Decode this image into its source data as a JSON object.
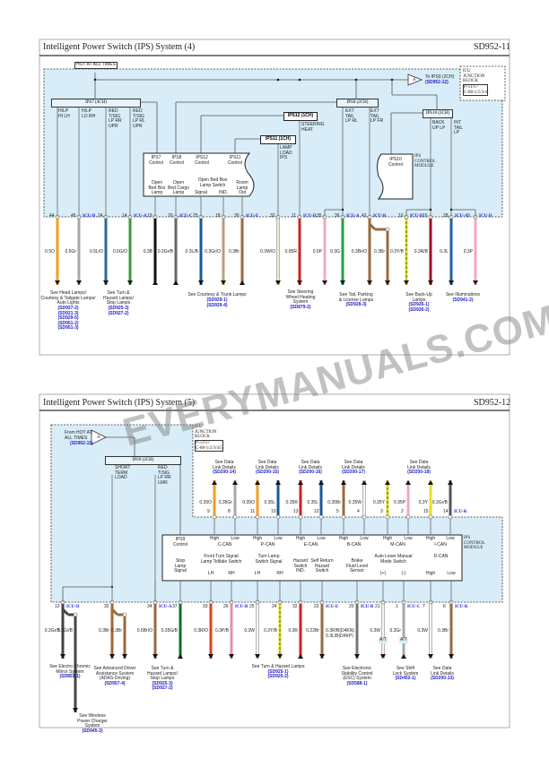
{
  "watermark": "EVERYMANUALS.COM",
  "panels": [
    {
      "title": "Intelligent Power Switch (IPS) System (4)",
      "code": "SD952-11",
      "hot_label": "HOT AT ALL TIMES",
      "to_ips9": "To IPS9 (2CH)",
      "to_ips9_ref": "(SD952-12)",
      "connector_symbol": "A",
      "icu_block": "ICU\nJUNCTION\nBLOCK",
      "icu_block_conn": "P-51/57\nC-88-1/2/3/4",
      "ips7": "IPS7 (4CH)",
      "ips7_outputs": [
        "H/LP\nHI LH",
        "H/LP\nLO RH",
        "RED\nT/SIG\nLP RR\nUPR",
        "RED\nT/SIG\nLP RL\nUPR"
      ],
      "ips12": "IPS12 (1CH)",
      "ips12_out": "STEERING\nHEAT",
      "ips11": "IPS11 (1CH)",
      "ips11_out": "LAMP\nLOAD\nIPS",
      "ips8": "IPS8 (2CH)",
      "ips8_outputs": [
        "EXT\nTAIL\nLP RL",
        "EXT\nTAIL\nLP FR"
      ],
      "ips10": "IPS10 (2CH)",
      "ips10_outputs": [
        "BACK\nUP LP",
        "INT\nTAIL\nLP"
      ],
      "control_labels": [
        "IPS7\nControl",
        "IPS8\nControl",
        "IPS12\nControl",
        "IPS11\nControl"
      ],
      "lamp_labels": [
        "Open\nBed Box\nLamp",
        "Open\nBed Cargo\nLamp",
        "Signal",
        "IND.",
        "Room\nLamp\nOut"
      ],
      "lamp_switch": "Open Bed Box\nLamp Switch",
      "ips10_control": "IPS10\nControl",
      "ips_module": "IPS\nCONTROL\nMODULE",
      "wires": [
        {
          "pin": "44",
          "conn": "",
          "spec": "0.5O",
          "color": "#f0a020",
          "stripe": "",
          "dir": "down"
        },
        {
          "pin": "45",
          "conn": "ICU-B",
          "spec": "0.5Gr",
          "color": "#a8a8a8",
          "stripe": "",
          "dir": "down"
        },
        {
          "pin": "24",
          "conn": "",
          "spec": "0.5L/O",
          "color": "#2a6a9a",
          "stripe": "",
          "dir": "down"
        },
        {
          "pin": "14",
          "conn": "ICU-A",
          "spec": "0.5G/O",
          "color": "#3a9a3a",
          "stripe": "",
          "dir": "down"
        },
        {
          "pin": "19",
          "conn": "",
          "spec": "0.3B",
          "color": "#111111",
          "stripe": "",
          "dir": "up"
        },
        {
          "pin": "20",
          "conn": "ICU-C",
          "spec": "0.3Gr/B",
          "color": "#666666",
          "stripe": "",
          "dir": "up"
        },
        {
          "pin": "25",
          "conn": "",
          "spec": "0.3L/B",
          "color": "#1a5a9a",
          "stripe": "",
          "dir": "down"
        },
        {
          "pin": "18",
          "conn": "",
          "spec": "0.3Gr/O",
          "color": "#b8a080",
          "stripe": "",
          "dir": "down"
        },
        {
          "pin": "30",
          "conn": "ICU-E",
          "spec": "0.3Br",
          "color": "#9a6a40",
          "stripe": "",
          "dir": "up"
        },
        {
          "pin": "32",
          "conn": "",
          "spec": "0.3W/O",
          "color": "#f2ead4",
          "stripe": "",
          "dir": "down"
        },
        {
          "pin": "11",
          "conn": "ICU-D",
          "spec": "0.85R",
          "color": "#d02020",
          "stripe": "",
          "dir": "down"
        },
        {
          "pin": "35",
          "conn": "",
          "spec": "0.5P",
          "color": "#f0a8c4",
          "stripe": "",
          "dir": "down"
        },
        {
          "pin": "36",
          "conn": "ICU-A",
          "spec": "0.3G",
          "color": "#20a040",
          "stripe": "",
          "dir": "down"
        },
        {
          "pin": "42",
          "conn": "ICU-B",
          "spec": "0.3Br/O",
          "color": "#9a6a40",
          "stripe": "",
          "dir": "down"
        },
        {
          "pin": "",
          "conn": "",
          "spec": "0.3Br",
          "color": "#9a6a40",
          "stripe": "",
          "dir": "down"
        },
        {
          "pin": "10",
          "conn": "ICU-D",
          "spec": "0.3Y/B",
          "color": "#e8e020",
          "stripe": "#222",
          "dir": "down"
        },
        {
          "pin": "16",
          "conn": "",
          "spec": "0.3R/B",
          "color": "#a01020",
          "stripe": "",
          "dir": "down"
        },
        {
          "pin": "28",
          "conn": "ICU-A",
          "spec": "0.3L",
          "color": "#2060a0",
          "stripe": "",
          "dir": "down"
        },
        {
          "pin": "9",
          "conn": "ICU-D",
          "spec": "0.3P",
          "color": "#f0a8c4",
          "stripe": "",
          "dir": "down"
        }
      ],
      "refs": [
        {
          "text": "See Head Lamps/\nCourtesy & Tailgate Lamps/\nAuto Lights",
          "codes": "(SD927-2)\n(SD921-3)\n(SD929-5)\n(SD951-2)\n(SD951-3)"
        },
        {
          "text": "See Turn &\nHazard Lamps/\nStop Lamps",
          "codes": "(SD925-3)\n(SD927-2)"
        },
        {
          "text": "See Courtesy & Trunk Lamps",
          "codes": "(SD929-1)\n(SD929-4)"
        },
        {
          "text": "See Steering\nWheel Heating\nSystem",
          "codes": "(SD879-2)"
        },
        {
          "text": "See Tail, Parking\n& License Lamps",
          "codes": "(SD928-3)"
        },
        {
          "text": "See Back-Up\nLamps",
          "codes": "(SD926-1)\n(SD926-2)"
        },
        {
          "text": "See Illuminations",
          "codes": "(SD941-2)"
        }
      ]
    },
    {
      "title": "Intelligent Power Switch (IPS) System (5)",
      "code": "SD952-12",
      "from_hot": "From HOT AT\nALL TIMES",
      "from_ref": "(SD952-11)",
      "connector_symbol": "A",
      "icu_block": "ICU\nJUNCTION\nBLOCK",
      "icu_block_conn": "P-51/57\nC-88-1/2/3/4/5",
      "ips9": "IPS9 (2CH)",
      "ips9_outputs": [
        "SHORT\nTERM\nLOAD",
        "RED\nT/SIG\nLP RR\nLWR"
      ],
      "ips_module": "IPS\nCONTROL\nMODULE",
      "ips9_control": "IPS9\nControl",
      "can_groups": [
        {
          "name": "C-CAN",
          "high": "High",
          "low": "Low"
        },
        {
          "name": "P-CAN",
          "high": "High",
          "low": "Low"
        },
        {
          "name": "E-CAN",
          "high": "High",
          "low": "Low"
        },
        {
          "name": "B-CAN",
          "high": "High",
          "low": "Low"
        },
        {
          "name": "M-CAN",
          "high": "High",
          "low": "Low"
        },
        {
          "name": "I-CAN",
          "high": "High",
          "low": "Low"
        }
      ],
      "bottom_labels": [
        {
          "text": "Stop\nLamp\nSignal"
        },
        {
          "text": "Front Turn Signal\nLamp Telltale Switch",
          "a": "LH",
          "b": "RH"
        },
        {
          "text": "Turn Lamp\nSwitch Signal",
          "a": "LH",
          "b": "RH"
        },
        {
          "text": "Hazard\nSwitch\nIND."
        },
        {
          "text": "Self Return\nHazard\nSwitch"
        },
        {
          "text": "Brake\nFluid Level\nSensor"
        },
        {
          "text": "Auto Lever Manual\nMode Switch",
          "a": "(+)",
          "b": "(-)"
        },
        {
          "text": "D-CAN",
          "a": "High",
          "b": "Low"
        }
      ],
      "top_wires": [
        {
          "pin": "9",
          "conn": "",
          "spec": "0.35O",
          "color": "#f0a020",
          "stripe": ""
        },
        {
          "pin": "8",
          "conn": "",
          "spec": "0.35Gr",
          "color": "#a8a8a8",
          "stripe": ""
        },
        {
          "pin": "11",
          "conn": "",
          "spec": "0.35O",
          "color": "#f0a020",
          "stripe": ""
        },
        {
          "pin": "10",
          "conn": "",
          "spec": "0.35L",
          "color": "#1a5a9a",
          "stripe": ""
        },
        {
          "pin": "13",
          "conn": "",
          "spec": "0.35R",
          "color": "#d02020",
          "stripe": ""
        },
        {
          "pin": "12",
          "conn": "",
          "spec": "0.35L",
          "color": "#1a5a9a",
          "stripe": ""
        },
        {
          "pin": "5",
          "conn": "",
          "spec": "0.35Br",
          "color": "#9a6a40",
          "stripe": ""
        },
        {
          "pin": "4",
          "conn": "",
          "spec": "0.35W",
          "color": "#f4f4f4",
          "stripe": ""
        },
        {
          "pin": "3",
          "conn": "",
          "spec": "0.35Y",
          "color": "#e8e020",
          "stripe": "#222"
        },
        {
          "pin": "2",
          "conn": "",
          "spec": "0.35P",
          "color": "#f0a8c4",
          "stripe": ""
        },
        {
          "pin": "15",
          "conn": "",
          "spec": "0.3Y",
          "color": "#e8e020",
          "stripe": ""
        },
        {
          "pin": "14",
          "conn": "ICU-K",
          "spec": "0.3Gr/B",
          "color": "#555555",
          "stripe": ""
        }
      ],
      "top_refs": [
        {
          "text": "See Data\nLink Details",
          "codes": "(SD200-14)"
        },
        {
          "text": "See Data\nLink Details",
          "codes": "(SD200-15)"
        },
        {
          "text": "See Data\nLink Details",
          "codes": "(SD200-16)"
        },
        {
          "text": "See Data\nLink Details",
          "codes": "(SD200-17)"
        },
        {
          "text": "See Data\nLink Details",
          "codes": "(SD200-18)"
        }
      ],
      "wires": [
        {
          "pin": "12",
          "conn": "ICU-D",
          "spec": "0.3Gr/B",
          "color": "#444444",
          "stripe": "",
          "dir": "down"
        },
        {
          "pin": "",
          "conn": "",
          "spec": "0.3Gr/B",
          "color": "#444444",
          "stripe": "",
          "dir": "down"
        },
        {
          "pin": "32",
          "conn": "",
          "spec": "0.3Br",
          "color": "#9a6a40",
          "stripe": "",
          "dir": "down"
        },
        {
          "pin": "",
          "conn": "",
          "spec": "0.3Br",
          "color": "#9a6a40",
          "stripe": "",
          "dir": "down"
        },
        {
          "pin": "34",
          "conn": "ICU-A",
          "spec": "0.5Br/O",
          "color": "#9a6a40",
          "stripe": "",
          "dir": "down"
        },
        {
          "pin": "37",
          "conn": "",
          "spec": "0.35G/B",
          "color": "#10702a",
          "stripe": "",
          "dir": "up"
        },
        {
          "pin": "33",
          "conn": "",
          "spec": "0.3R/O",
          "color": "#e04020",
          "stripe": "",
          "dir": "down"
        },
        {
          "pin": "26",
          "conn": "ICU-B",
          "spec": "0.3P/B",
          "color": "#e090b0",
          "stripe": "",
          "dir": "down"
        },
        {
          "pin": "25",
          "conn": "",
          "spec": "0.3W",
          "color": "#f4f4f4",
          "stripe": "",
          "dir": "down"
        },
        {
          "pin": "24",
          "conn": "",
          "spec": "0.3Y/B",
          "color": "#e8e020",
          "stripe": "#222",
          "dir": "down"
        },
        {
          "pin": "32",
          "conn": "",
          "spec": "0.3R",
          "color": "#d02020",
          "stripe": "",
          "dir": "up"
        },
        {
          "pin": "22",
          "conn": "ICU-E",
          "spec": "0.22Br",
          "color": "#9a6a40",
          "stripe": "",
          "dir": "down"
        },
        {
          "pin": "20",
          "conn": "ICU-B",
          "spec": "0.3R/B(D4KN)\n0.3L/B(D4KP)",
          "color": "#777777",
          "stripe": "",
          "dir": "down"
        },
        {
          "pin": "21",
          "conn": "",
          "spec": "0.3W",
          "color": "#f4f4f4",
          "stripe": "",
          "dir": "down",
          "badge": "A/T"
        },
        {
          "pin": "1",
          "conn": "ICU-C",
          "spec": "0.3Gr",
          "color": "#a8a8a8",
          "stripe": "",
          "dir": "up",
          "badge": "A/T"
        },
        {
          "pin": "7",
          "conn": "",
          "spec": "0.3W",
          "color": "#f4f4f4",
          "stripe": "",
          "dir": "down"
        },
        {
          "pin": "6",
          "conn": "ICU-K",
          "spec": "0.3Br",
          "color": "#9a6a40",
          "stripe": "",
          "dir": "down"
        }
      ],
      "refs": [
        {
          "text": "See Electro Chromic\nMirror System",
          "codes": "(SD851-1)"
        },
        {
          "text": "See Wireless\nPower Charger\nSystem",
          "codes": "(SD945-2)"
        },
        {
          "text": "See Advanced Driver\nAssistance System\n(ADAS-Driving)",
          "codes": "(SD957-4)"
        },
        {
          "text": "See Turn &\nHazard Lamps/\nStop Lamps",
          "codes": "(SD925-3)\n(SD927-2)"
        },
        {
          "text": "See Turn & Hazard Lamps",
          "codes": "(SD925-1)\n(SD925-2)"
        },
        {
          "text": "See Electronic\nStability Control\n(ESC) System",
          "codes": "(SD588-1)"
        },
        {
          "text": "See Shift\nLock System",
          "codes": "(SD452-1)"
        },
        {
          "text": "See Data\nLink Details",
          "codes": "(SD200-13)"
        }
      ]
    }
  ]
}
